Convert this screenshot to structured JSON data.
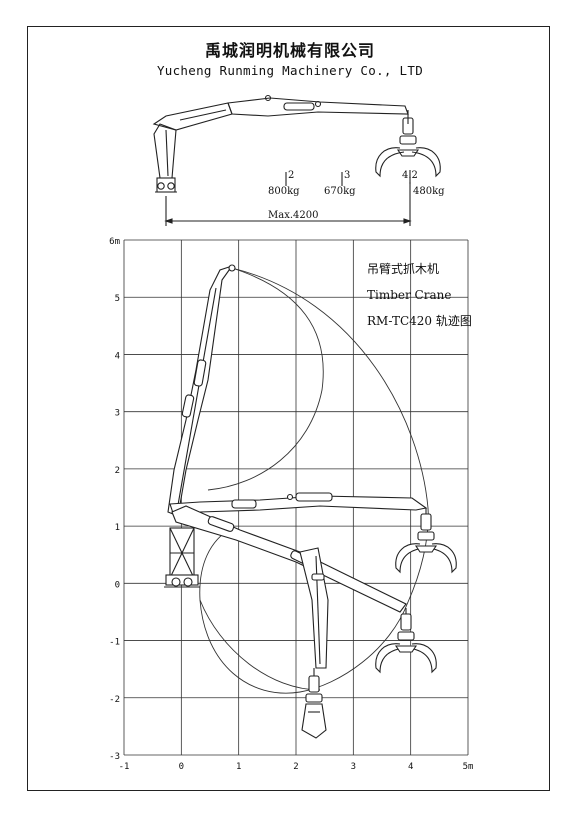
{
  "header": {
    "company_cn": "禹城润明机械有限公司",
    "company_en": "Yucheng Runming Machinery Co., LTD"
  },
  "top_view": {
    "points": [
      {
        "index": "2",
        "load": "800kg"
      },
      {
        "index": "3",
        "load": "670kg"
      },
      {
        "index": "4.2",
        "load": "480kg"
      }
    ],
    "max_reach": "Max.4200"
  },
  "chart": {
    "title_cn": "吊臂式抓木机",
    "title_en": "Timber Crane",
    "model": "RM-TC420 轨迹图",
    "x_ticks": [
      "-1",
      "0",
      "1",
      "2",
      "3",
      "4",
      "5m"
    ],
    "y_ticks": [
      "6m",
      "5",
      "4",
      "3",
      "2",
      "1",
      "0",
      "-1",
      "-2",
      "-3"
    ],
    "x_range": [
      -1,
      5
    ],
    "y_range": [
      -3,
      6
    ],
    "grid": true
  },
  "colors": {
    "line": "#222222",
    "grid": "#333333"
  }
}
